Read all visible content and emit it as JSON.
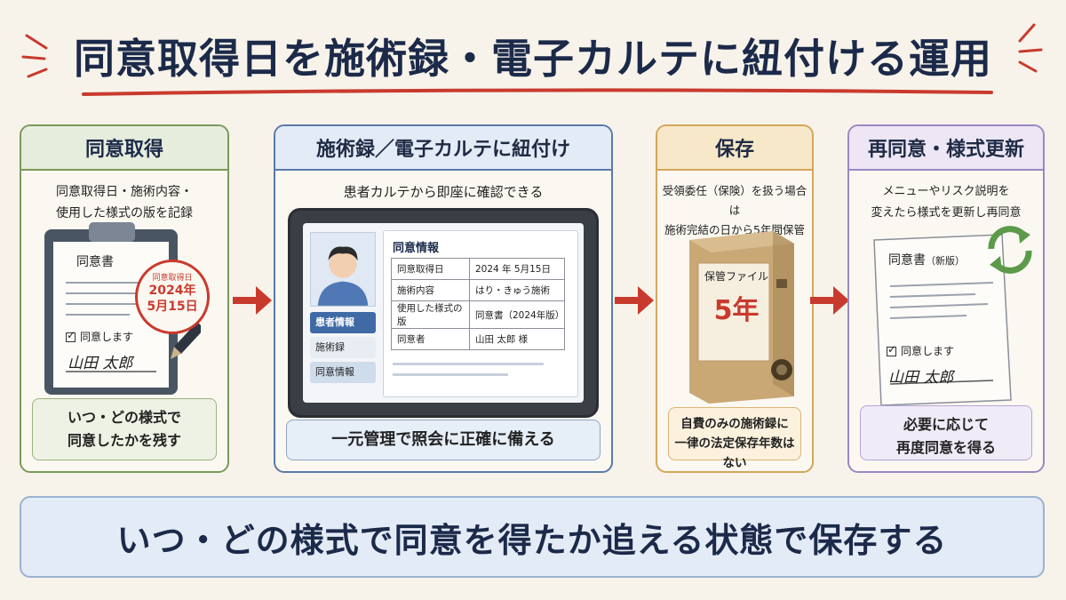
{
  "title": "同意取得日を施術録・電子カルテに紐付ける運用",
  "colors": {
    "accent_red": "#c93a2e",
    "navy": "#1c2a4a"
  },
  "panels": [
    {
      "heading": "同意取得",
      "desc_lines": [
        "同意取得日・施術内容・",
        "使用した様式の版を記録"
      ],
      "document": {
        "title": "同意書",
        "check_label": "同意します",
        "signature": "山田 太郎"
      },
      "stamp": {
        "heading": "同意取得日",
        "line1": "2024年",
        "line2": "5月15日"
      },
      "note_lines": [
        "いつ・どの様式で",
        "同意したかを残す"
      ]
    },
    {
      "heading": "施術録／電子カルテに紐付け",
      "desc": "患者カルテから即座に確認できる",
      "menu": [
        "患者情報",
        "施術録",
        "同意情報"
      ],
      "card_title": "同意情報",
      "rows": [
        {
          "label": "同意取得日",
          "value": "2024 年 5月15日"
        },
        {
          "label": "施術内容",
          "value": "はり・きゅう施術"
        },
        {
          "label": "使用した様式の版",
          "value": "同意書（2024年版）"
        },
        {
          "label": "同意者",
          "value": "山田 太郎 様"
        }
      ],
      "note": "一元管理で照会に正確に備える"
    },
    {
      "heading": "保存",
      "desc_lines": [
        "受領委任（保険）を扱う場合は",
        "施術完結の日から5年間保管"
      ],
      "binder": {
        "label": "保管ファイル",
        "years": "5年"
      },
      "note_lines": [
        "自費のみの施術録に",
        "一律の法定保存年数はない"
      ]
    },
    {
      "heading": "再同意・様式更新",
      "desc_lines": [
        "メニューやリスク説明を",
        "変えたら様式を更新し再同意"
      ],
      "document": {
        "title": "同意書",
        "version": "（新版）",
        "check_label": "同意します",
        "signature": "山田 太郎"
      },
      "note_lines": [
        "必要に応じて",
        "再度同意を得る"
      ]
    }
  ],
  "icons": [
    "clipboard-icon",
    "stamp-icon",
    "pen-icon",
    "tablet-icon",
    "person-avatar-icon",
    "binder-icon",
    "refresh-icon",
    "arrow-right-icon"
  ],
  "bottom_banner": "いつ・どの様式で同意を得たか追える状態で保存する"
}
